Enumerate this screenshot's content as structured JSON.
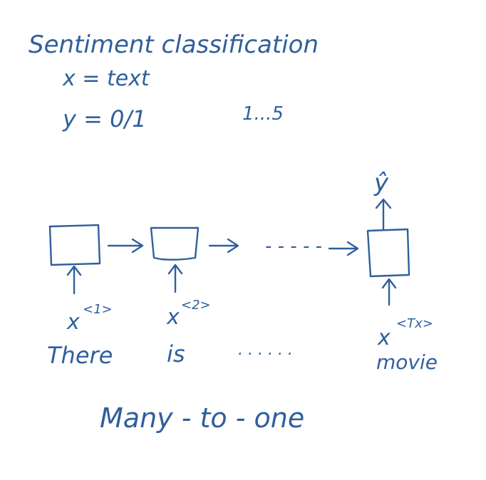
{
  "title": "Sentiment classification",
  "definitions": {
    "x_def": "x = text",
    "y_def": "y = 0/1",
    "y_range": "1...5"
  },
  "output": {
    "label": "ŷ"
  },
  "inputs": [
    {
      "var": "x",
      "sup": "<1>",
      "word": "There"
    },
    {
      "var": "x",
      "sup": "<2>",
      "word": "is"
    },
    {
      "var": "x",
      "sup": "<Tx>",
      "word": "movie"
    }
  ],
  "ellipsis_top": "- - - - -",
  "ellipsis_bottom": ". . . . . .",
  "caption": "Many - to - one",
  "colors": {
    "ink": "#2f5f9c",
    "background": "#ffffff"
  }
}
